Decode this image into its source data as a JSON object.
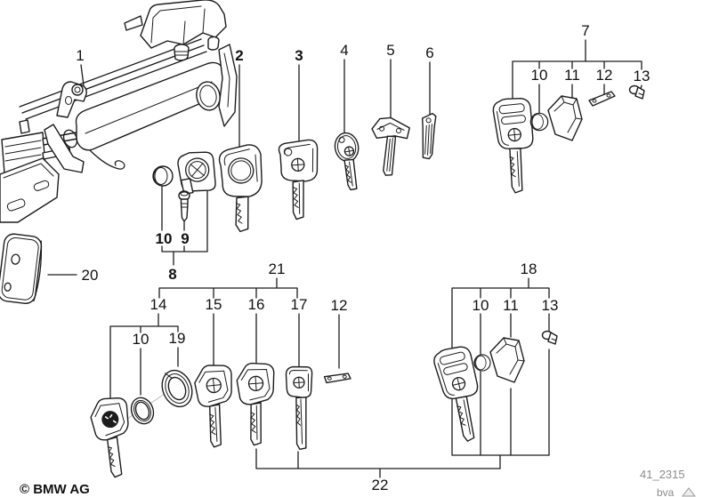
{
  "diagram": {
    "description": "BMW door handle / lock barrel with key exploded parts diagram",
    "callouts": {
      "c1": "1",
      "c2": "2",
      "c3": "3",
      "c4": "4",
      "c5": "5",
      "c6": "6",
      "c7": "7",
      "c8": "8",
      "c9": "9",
      "c10": "10",
      "c11": "11",
      "c12": "12",
      "c13": "13",
      "c14": "14",
      "c15": "15",
      "c16": "16",
      "c17": "17",
      "c18": "18",
      "c19": "19",
      "c20": "20",
      "c21": "21",
      "c22": "22"
    }
  },
  "footer": {
    "copyright": "© BMW AG",
    "drawing_number": "41_2315",
    "revision_code": "bva"
  },
  "colors": {
    "line": "#1c1c1c",
    "label": "#111111",
    "muted": "#8c8c8c",
    "background": "#ffffff"
  }
}
